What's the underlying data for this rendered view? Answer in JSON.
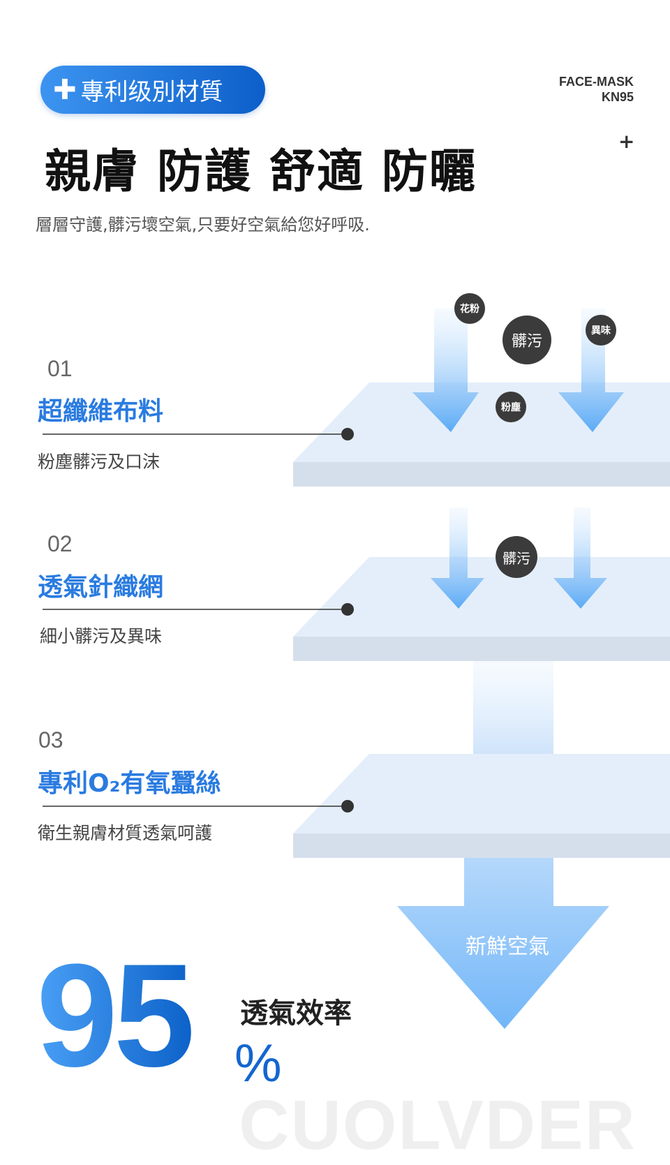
{
  "badge": {
    "icon": "plus-icon",
    "label": "專利级別材質"
  },
  "brand": {
    "line1": "FACE-MASK",
    "line2": "KN95"
  },
  "headline": "親膚 防護 舒適 防曬",
  "subtitle": "層層守護,髒污壞空氣,只要好空氣給您好呼吸.",
  "layers": [
    {
      "number": "01",
      "title": "超纖維布料",
      "desc": "粉塵髒污及口沫"
    },
    {
      "number": "02",
      "title": "透氣針織網",
      "desc": "細小髒污及異味"
    },
    {
      "number": "03",
      "title": "專利O₂有氧蠶絲",
      "desc": "衛生親膚材質透氣呵護"
    }
  ],
  "particles": {
    "pollen": "花粉",
    "dirt": "髒污",
    "odor": "異味",
    "dust": "粉塵",
    "dirt2": "髒污"
  },
  "fresh_air": "新鮮空氣",
  "efficiency": {
    "value": "95",
    "unit": "%",
    "label": "透氣效率"
  },
  "watermark": "CUOLVDER",
  "colors": {
    "accent": "#2a7be0",
    "arrow": "#66b0f7",
    "slab_top": "#e4eefa",
    "slab_front": "#d5dfeb",
    "particle": "#3b3b3b"
  }
}
